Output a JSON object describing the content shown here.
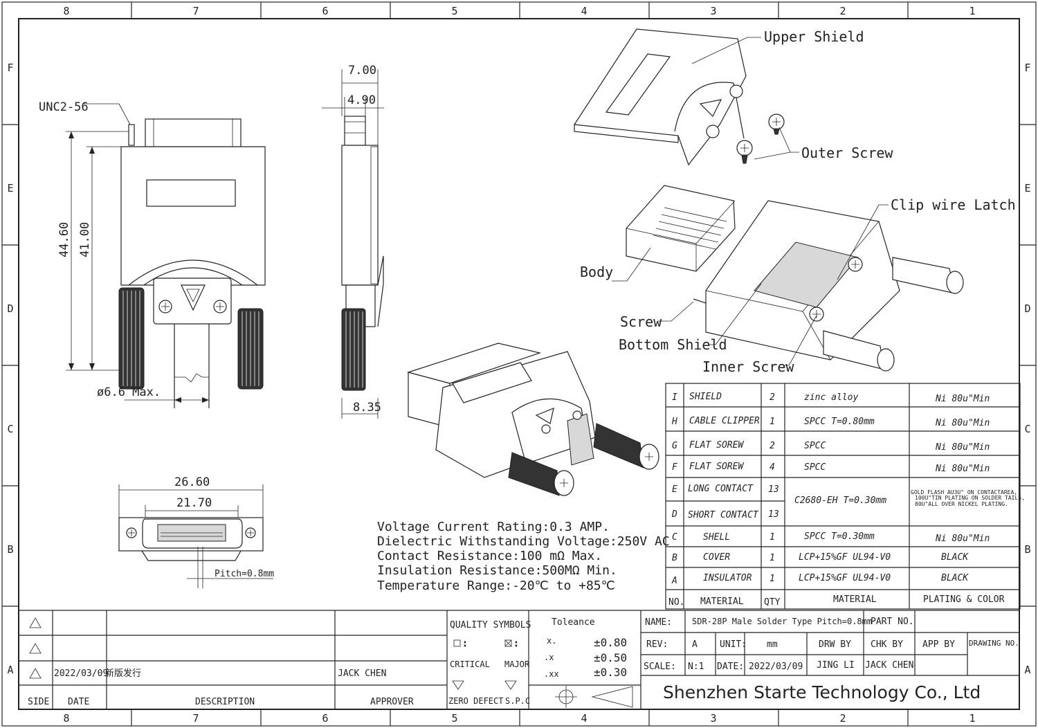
{
  "frame": {
    "columns": [
      "8",
      "7",
      "6",
      "5",
      "4",
      "3",
      "2",
      "1"
    ],
    "rows": [
      "F",
      "E",
      "D",
      "C",
      "B",
      "A"
    ]
  },
  "callouts": {
    "upper_shield": "Upper Shield",
    "outer_screw": "Outer Screw",
    "clip_wire_latch": "Clip wire Latch",
    "body": "Body",
    "screw": "Screw",
    "bottom_shield": "Bottom Shield",
    "inner_screw": "Inner Screw"
  },
  "dimensions": {
    "thread": "UNC2-56",
    "overall_height": "44.60",
    "body_height": "41.00",
    "cable_dia": "ø6.6 Max.",
    "side_top_width": "7.00",
    "side_inner_width": "4.90",
    "side_bottom_width": "8.35",
    "front_overall": "26.60",
    "front_inner": "21.70",
    "pitch": "Pitch=0.8mm"
  },
  "specs": [
    "Voltage Current Rating:0.3 AMP.",
    "Dielectric Withstanding Voltage:250V AC",
    "Contact Resistance:100 mΩ Max.",
    "Insulation Resistance:500MΩ Min.",
    "Temperature Range:-20℃ to +85℃"
  ],
  "bom": {
    "rows": [
      {
        "no": "I",
        "part": "SHIELD",
        "qty": "2",
        "material": "zinc alloy",
        "plating": "Ni 80u\"Min"
      },
      {
        "no": "H",
        "part": "CABLE CLIPPER",
        "qty": "1",
        "material": "SPCC T=0.80mm",
        "plating": "Ni 80u\"Min"
      },
      {
        "no": "G",
        "part": "FLAT SOREW",
        "qty": "2",
        "material": "SPCC",
        "plating": "Ni 80u\"Min"
      },
      {
        "no": "F",
        "part": "FLAT SOREW",
        "qty": "4",
        "material": "SPCC",
        "plating": "Ni 80u\"Min"
      },
      {
        "no": "E",
        "part": "LONG CONTACT",
        "qty": "13",
        "material": "",
        "plating": ""
      },
      {
        "no": "D",
        "part": "SHORT CONTACT",
        "qty": "13",
        "material": "",
        "plating": ""
      },
      {
        "no": "C",
        "part": "SHELL",
        "qty": "1",
        "material": "SPCC T=0.30mm",
        "plating": "Ni 80u\"Min"
      },
      {
        "no": "B",
        "part": "COVER",
        "qty": "1",
        "material": "LCP+15%GF UL94-V0",
        "plating": "BLACK"
      },
      {
        "no": "A",
        "part": "INSULATOR",
        "qty": "1",
        "material": "LCP+15%GF UL94-V0",
        "plating": "BLACK"
      }
    ],
    "contact_material": "C2680-EH T=0.30mm",
    "contact_plating": [
      "GOLD FLASH AU3U\" ON CONTACTAREA,",
      "100U\"TIN PLATING ON SOLDER TAILS,",
      "80U\"ALL OVER NICKEL PLATING."
    ],
    "header": {
      "no": "NO.",
      "part": "MATERIAL",
      "qty": "QTY",
      "material": "MATERIAL",
      "plating": "PLATING & COLOR"
    }
  },
  "revisions": {
    "rows": [
      {
        "side": "",
        "date": "",
        "description": "",
        "approver": ""
      },
      {
        "side": "",
        "date": "",
        "description": "",
        "approver": ""
      },
      {
        "side": "",
        "date": "2022/03/09",
        "description": "新版发行",
        "approver": "JACK CHEN"
      }
    ],
    "header": {
      "side": "SIDE",
      "date": "DATE",
      "description": "DESCRIPTION",
      "approver": "APPROVER"
    }
  },
  "quality": {
    "title": "QUALITY SYMBOLS",
    "critical": "CRITICAL",
    "major": "MAJOR",
    "zero_defect": "ZERO DEFECT",
    "spc": "S.P.C"
  },
  "tolerance": {
    "title": "Toleance",
    "rows": [
      {
        "label": "x.",
        "value": "±0.80"
      },
      {
        "label": ".x",
        "value": "±0.50"
      },
      {
        "label": ".xx",
        "value": "±0.30"
      }
    ]
  },
  "title_block": {
    "name_label": "NAME:",
    "name": "SDR-28P Male Solder Type Pitch=0.8mm",
    "part_no_label": "PART NO.",
    "rev_label": "REV:",
    "rev": "A",
    "unit_label": "UNIT:",
    "unit": "mm",
    "drw_by_label": "DRW BY",
    "chk_by_label": "CHK BY",
    "app_by_label": "APP BY",
    "drawing_no_label": "DRAWING NO.",
    "scale_label": "SCALE:",
    "scale": "N:1",
    "date_label": "DATE:",
    "date": "2022/03/09",
    "drw_by": "JING LI",
    "chk_by": "JACK CHEN",
    "company": "Shenzhen Starte Technology Co., Ltd"
  }
}
